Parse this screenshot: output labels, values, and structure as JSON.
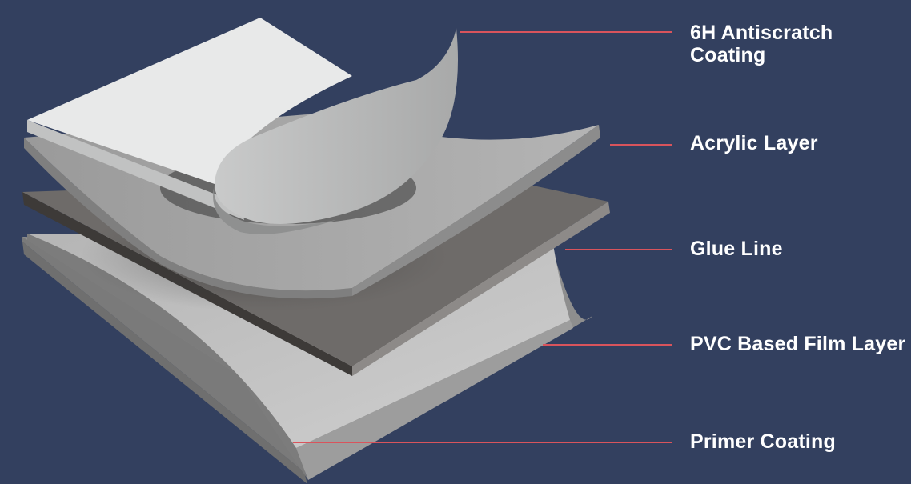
{
  "colors": {
    "background": "#33405f",
    "leader_line": "#d9545c",
    "label_text": "#ffffff",
    "coating_layer": "#e6e7e7",
    "acrylic_layer": "#a9a9a9",
    "glue_layer": "#6e6b69",
    "pvc_layer": "#bcbcbc",
    "primer_layer": "#9c9c9c"
  },
  "layers": [
    {
      "id": "coating",
      "label": "6H Antiscratch\nCoating"
    },
    {
      "id": "acrylic",
      "label": "Acrylic Layer"
    },
    {
      "id": "glue",
      "label": "Glue Line"
    },
    {
      "id": "pvc",
      "label": "PVC Based Film Layer"
    },
    {
      "id": "primer",
      "label": "Primer Coating"
    }
  ]
}
